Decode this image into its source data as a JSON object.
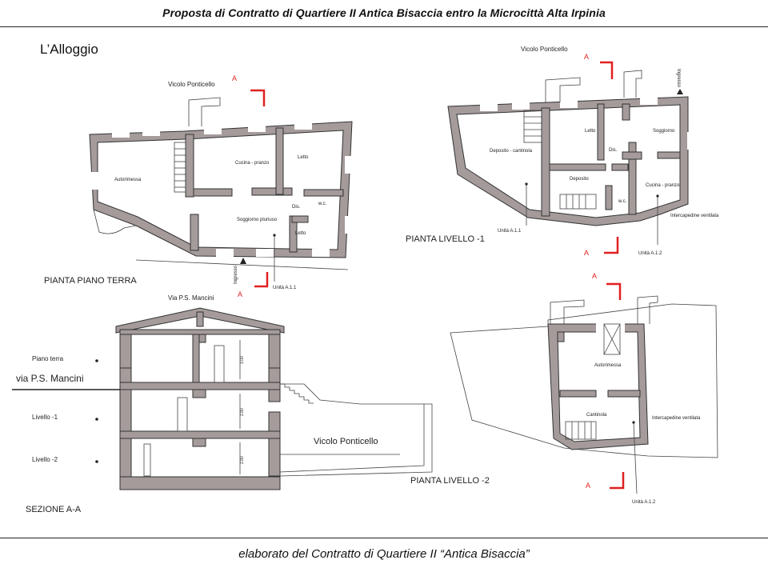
{
  "header": {
    "title": "Proposta di Contratto di Quartiere II Antica Bisaccia entro la Microcittà Alta Irpinia"
  },
  "section_title": "L’Alloggio",
  "footer": {
    "text": "elaborato del Contratto di Quartiere II  “Antica Bisaccia”"
  },
  "section_marker": "A",
  "ground_floor": {
    "title": "PIANTA PIANO TERRA",
    "street": "Vicolo Ponticello",
    "entrance": "Ingresso",
    "unit": "Unità A.1.1",
    "rooms": {
      "garage": "Autorimessa",
      "kitchen": "Cucina - pranzo",
      "bedroom1": "Letto",
      "living": "Soggiorno pluriuso",
      "hall": "Dis.",
      "wc": "w.c.",
      "bedroom2": "Letto"
    }
  },
  "level_minus1": {
    "title": "PIANTA LIVELLO -1",
    "street": "Vicolo Ponticello",
    "entrance": "Ingresso",
    "unit1": "Unità A.1.1",
    "unit2": "Unità A.1.2",
    "cavity": "Intercapedine ventilata",
    "rooms": {
      "storage_cellar": "Deposito - cantinola",
      "bedroom": "Letto",
      "living": "Soggiorno",
      "hall": "Dis.",
      "storage": "Deposito",
      "wc": "w.c.",
      "kitchen": "Cucina - pranzo"
    }
  },
  "level_minus2": {
    "title": "PIANTA LIVELLO -2",
    "unit": "Unità A.1.2",
    "cavity": "Intercapedine ventilata",
    "rooms": {
      "garage": "Autorimessa",
      "cellar": "Cantinola"
    }
  },
  "section_aa": {
    "title": "SEZIONE A-A",
    "street_top": "Via P.S. Mancini",
    "street_side": "via P.S. Mancini",
    "alley": "Vicolo Ponticello",
    "levels": [
      "Piano terra",
      "Livello -1",
      "Livello -2"
    ],
    "heights": [
      "3.00",
      "2.80",
      "2.80"
    ]
  }
}
